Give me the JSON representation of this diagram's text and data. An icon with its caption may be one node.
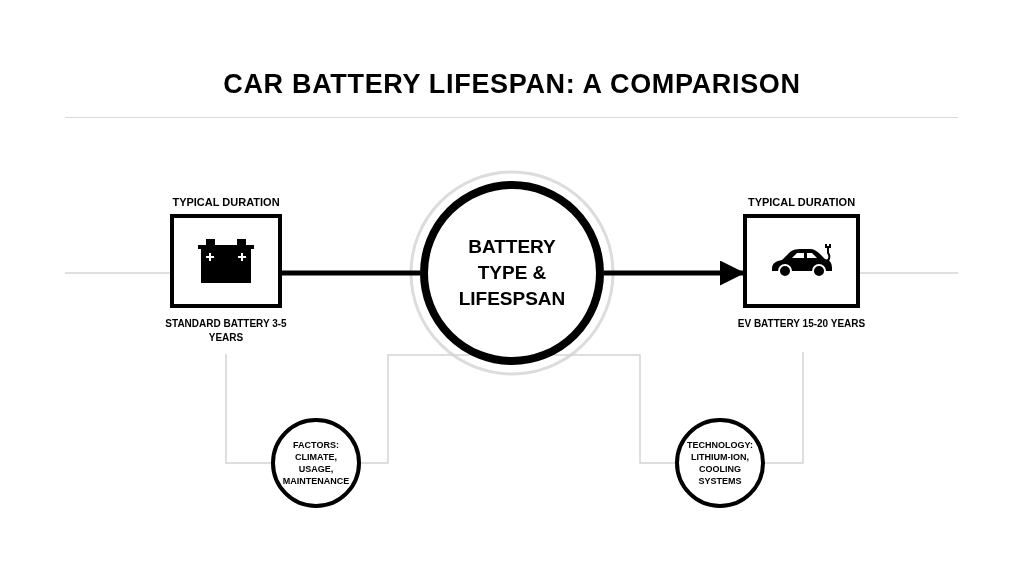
{
  "diagram": {
    "title": "CAR BATTERY LIFESPAN: A COMPARISON",
    "nodes": [
      {
        "text": [
          "TYPICAL DURATION"
        ],
        "beside": [
          "STANDARD BATTERY 3-5 YEARS"
        ]
      },
      {
        "text": [
          "BATTERY TYPE & LIFESPSAN"
        ]
      },
      {
        "text": [
          "TYPICAL DURATION"
        ],
        "beside": [
          "EV BATTERY 15-20 YEARS"
        ]
      },
      {
        "text": [
          "FACTORS: CLIMATE, USAGE, MAINTENANCE"
        ]
      },
      {
        "text": [
          "TECHNOLOGY: LITHIUM-ION, COOLING SYSTEMS"
        ]
      }
    ],
    "edges": [
      {
        "from": 0,
        "to": 1,
        "arrow": "none",
        "style": "thick",
        "color": "#000000"
      },
      {
        "from": 1,
        "to": 2,
        "arrow": "to",
        "style": "thick",
        "color": "#000000"
      },
      {
        "from": null,
        "to": 0,
        "arrow": "none"
      },
      {
        "from": 2,
        "to": null,
        "arrow": "none"
      },
      {
        "from": 0,
        "to": 3,
        "arrow": "none"
      },
      {
        "from": 3,
        "to": 1,
        "arrow": "none"
      },
      {
        "from": 1,
        "to": 4,
        "arrow": "none"
      },
      {
        "from": 4,
        "to": 2,
        "arrow": "none"
      }
    ]
  }
}
